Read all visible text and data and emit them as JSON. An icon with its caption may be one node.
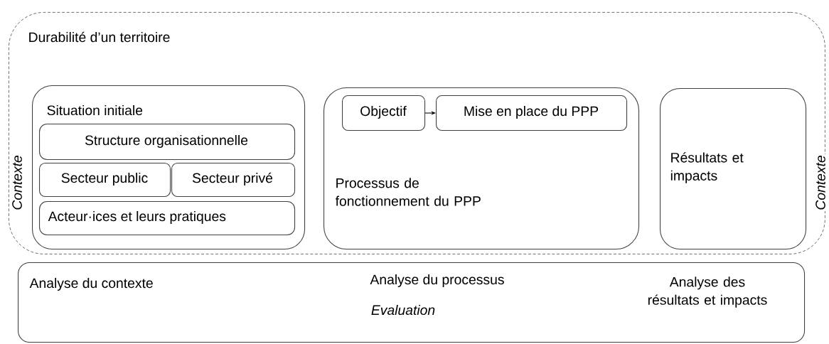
{
  "diagram": {
    "nodes": [
      {
        "text": [
          "Durabilité d’un territoire"
        ],
        "beside": [
          "Contexte",
          "Contexte"
        ]
      },
      {
        "text": [
          "Situation initiale"
        ],
        "in": 0
      },
      {
        "text": [
          "Structure organisationnelle"
        ],
        "in": 1
      },
      {
        "text": [
          "Secteur public"
        ],
        "in": 1
      },
      {
        "text": [
          "Secteur privé"
        ],
        "in": 1
      },
      {
        "text": [
          "Acteur·ices et leurs pratiques"
        ],
        "in": 1
      },
      {
        "text": [
          "Processus de fonctionnement du PPP"
        ],
        "in": 0
      },
      {
        "text": [
          "Objectif"
        ],
        "in": 6
      },
      {
        "text": [
          "Mise en place du PPP"
        ],
        "in": 6
      },
      {
        "text": [
          "Résultats et impacts"
        ],
        "in": 0
      },
      {
        "text": [
          "Analyse du contexte",
          "Analyse du processus",
          "Analyse des résultats et impacts",
          "*Evaluation*"
        ]
      }
    ],
    "edges": [
      {
        "from": 7,
        "to": 8,
        "arrow": "to"
      }
    ]
  }
}
